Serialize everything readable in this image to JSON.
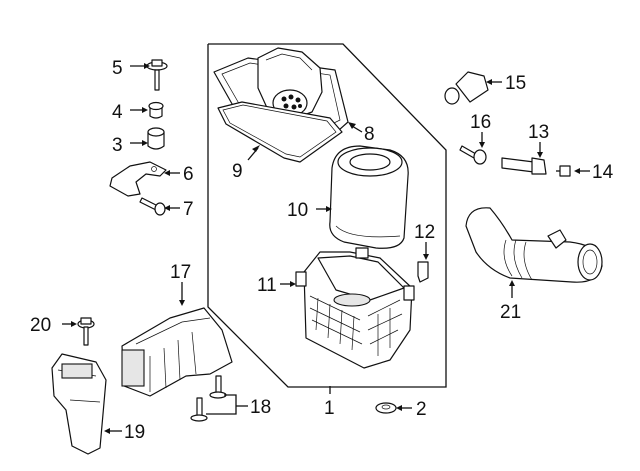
{
  "callouts": [
    {
      "id": "1",
      "part": "air-cleaner-assembly"
    },
    {
      "id": "2",
      "part": "grommet"
    },
    {
      "id": "3",
      "part": "insulator"
    },
    {
      "id": "4",
      "part": "bushing"
    },
    {
      "id": "5",
      "part": "bolt"
    },
    {
      "id": "6",
      "part": "bracket"
    },
    {
      "id": "7",
      "part": "bolt"
    },
    {
      "id": "8",
      "part": "cover"
    },
    {
      "id": "9",
      "part": "seal"
    },
    {
      "id": "10",
      "part": "filter-element"
    },
    {
      "id": "11",
      "part": "lower-housing"
    },
    {
      "id": "12",
      "part": "clip"
    },
    {
      "id": "13",
      "part": "sensor"
    },
    {
      "id": "14",
      "part": "clip"
    },
    {
      "id": "15",
      "part": "cap"
    },
    {
      "id": "16",
      "part": "bolt"
    },
    {
      "id": "17",
      "part": "inlet-duct"
    },
    {
      "id": "18",
      "part": "stud"
    },
    {
      "id": "19",
      "part": "resonator"
    },
    {
      "id": "20",
      "part": "bolt"
    },
    {
      "id": "21",
      "part": "outlet-tube"
    }
  ]
}
